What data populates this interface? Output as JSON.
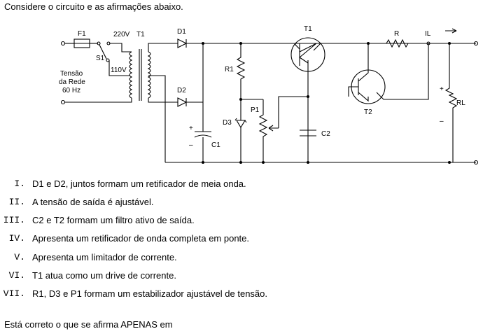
{
  "intro": "Considere o circuito e as afirmações abaixo.",
  "circuit": {
    "fuse": "F1",
    "switch": "S1",
    "tap_220": "220V",
    "tap_110": "110V",
    "transformer": "T1",
    "source_line1": "Tensão",
    "source_line2": "da Rede",
    "source_line3": "60 Hz",
    "diode1": "D1",
    "diode2": "D2",
    "zener": "D3",
    "resistor_r1": "R1",
    "pot": "P1",
    "cap1": "C1",
    "cap2": "C2",
    "transistor1": "T1",
    "transistor2": "T2",
    "resistor_r": "R",
    "current": "IL",
    "load": "RL",
    "plus": "+",
    "minus": "–"
  },
  "items": [
    {
      "num": "I.",
      "text": "D1 e D2, juntos formam um retificador de meia onda."
    },
    {
      "num": "II.",
      "text": "A tensão de saída é ajustável."
    },
    {
      "num": "III.",
      "text": "C2 e T2 formam um filtro ativo de saída."
    },
    {
      "num": "IV.",
      "text": "Apresenta um retificador de onda completa em ponte."
    },
    {
      "num": "V.",
      "text": "Apresenta um limitador de corrente."
    },
    {
      "num": "VI.",
      "text": "T1 atua como um drive de corrente."
    },
    {
      "num": "VII.",
      "text": "R1, D3 e P1 formam um estabilizador ajustável de tensão."
    }
  ],
  "outro": "Está correto o que se afirma APENAS em"
}
